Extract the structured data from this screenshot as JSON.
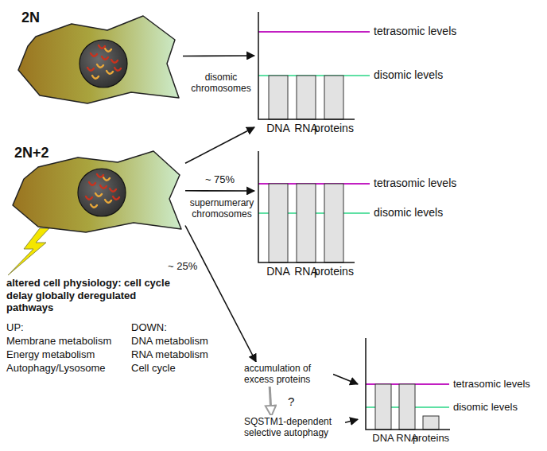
{
  "diagram": {
    "nodes": [
      {
        "text": [
          "2N"
        ]
      },
      {
        "text": [
          "tetrasomic levels",
          "disomic levels",
          "DNA",
          "RNA",
          "proteins"
        ]
      },
      {
        "text": [
          "2N+2"
        ]
      },
      {
        "text": [
          "tetrasomic levels",
          "disomic levels",
          "DNA",
          "RNA",
          "proteins"
        ]
      },
      {
        "text": [
          "accumulation of excess proteins"
        ]
      },
      {
        "text": [
          "SQSTM1-dependent selective autophagy"
        ]
      },
      {
        "text": [
          "tetrasomic levels",
          "disomic levels",
          "DNA",
          "RNA",
          "proteins"
        ]
      }
    ],
    "edges": [
      {
        "from": 0,
        "to": 1,
        "arrow": "to"
      },
      {
        "from": 2,
        "to": 1,
        "arrow": "to"
      },
      {
        "from": 2,
        "to": 3,
        "arrow": "to",
        "label": "~ 75%"
      },
      {
        "from": 2,
        "to": 4,
        "arrow": "to",
        "label": "~ 25%"
      },
      {
        "from": 4,
        "to": 6,
        "arrow": "to"
      },
      {
        "from": 4,
        "to": 5,
        "arrow": "to"
      },
      {
        "from": 5,
        "to": 6,
        "arrow": "to"
      }
    ],
    "labels": [
      "disomic chromosomes",
      "supernumerary chromosomes",
      "altered cell physiology: cell cycle delay globally deregulated pathways",
      "UP:",
      "Membrane metabolism",
      "Energy metabolism",
      "Autophagy/Lysosome",
      "DOWN:",
      "DNA metabolism",
      "RNA metabolism",
      "Cell cycle",
      "?"
    ]
  }
}
